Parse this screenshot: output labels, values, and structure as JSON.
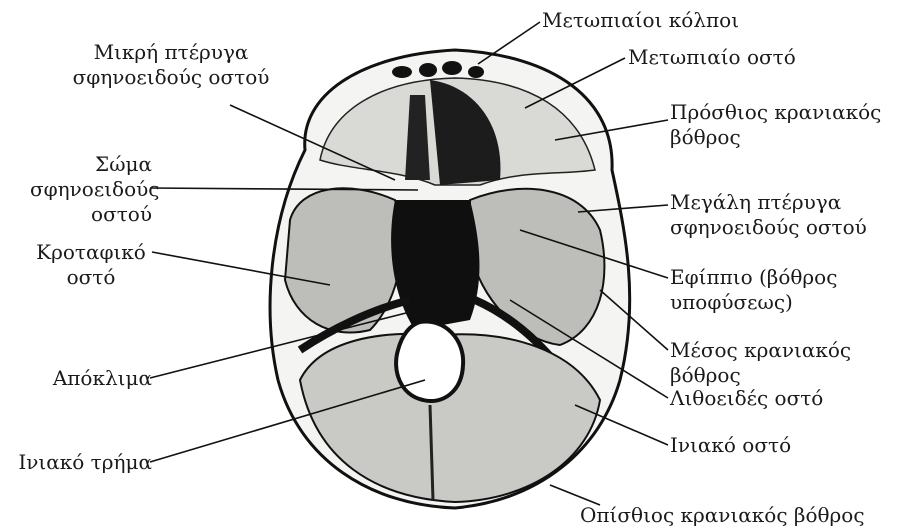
{
  "labels": {
    "frontal_sinuses": "Μετωπιαίοι κόλποι",
    "frontal_bone": "Μετωπιαίο οστό",
    "anterior_fossa": [
      "Πρόσθιος κρανιακός",
      "βόθρος"
    ],
    "greater_wing": [
      "Μεγάλη πτέρυγα",
      "σφηνοειδούς οστού"
    ],
    "sella_turcica": [
      "Εφίππιο (βόθρος",
      "υποφύσεως)"
    ],
    "middle_fossa": [
      "Μέσος κρανιακός",
      "βόθρος"
    ],
    "petrous_bone": "Λιθοειδές οστό",
    "occipital_bone": "Ινιακό οστό",
    "posterior_fossa": "Οπίσθιος κρανιακός βόθρος",
    "lesser_wing": [
      "Μικρή πτέρυγα",
      "σφηνοειδούς οστού"
    ],
    "sphenoid_body": [
      "Σώμα",
      "σφηνοειδούς",
      "οστού"
    ],
    "temporal_bone": [
      "Κροταφικό",
      "οστό"
    ],
    "clivus": "Απόκλιμα",
    "foramen_magnum": "Ινιακό τρήμα"
  }
}
